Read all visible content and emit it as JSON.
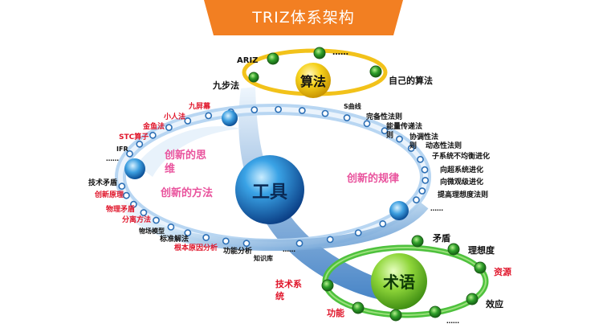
{
  "title": "TRIZ体系架构",
  "colors": {
    "banner": "#f27f22",
    "red_label": "#e0162b",
    "dark_label": "#111111",
    "pink_label": "#e9539d",
    "yellow_ring": "#f2c21a",
    "green_ring": "#4ec13d",
    "blue_ring": "#6fa4d9",
    "green_node": "#2f8c2a"
  },
  "center": {
    "tools": "工具",
    "algorithm": "算法",
    "terms": "术语"
  },
  "areas": {
    "innovation_thinking_l1": "创新的思",
    "innovation_thinking_l2": "维",
    "innovation_method": "创新的方法",
    "innovation_laws": "创新的规律"
  },
  "algorithm_labels": {
    "ariz": "ARIZ",
    "dots": "……",
    "nine_step": "九步法",
    "own_algorithm": "自己的算法"
  },
  "thinking_labels": {
    "nine_screen": "九屏幕",
    "small_people": "小人法",
    "goldfish": "金鱼法",
    "stc": "STC算子",
    "ifr": "IFR",
    "dots": "……"
  },
  "method_labels": {
    "tech_contradiction": "技术矛盾",
    "innovation_principles": "创新原理",
    "physical_contradiction": "物理矛盾",
    "separation_methods": "分离方法",
    "substance_field": "物场模型",
    "standard_solutions": "标准解法",
    "root_cause": "根本原因分析",
    "function_analysis": "功能分析",
    "knowledge_base": "知识库",
    "dots": "……"
  },
  "law_labels": {
    "s_curve": "S曲线",
    "completeness": "完备性法则",
    "energy_transfer_l1": "能量传递法",
    "energy_transfer_l2": "则",
    "coordination_l1": "协调性法",
    "coordination_l2": "则",
    "dynamization": "动态性法则",
    "uneven_evolution": "子系统不均衡进化",
    "super_system": "向超系统进化",
    "micro_level": "向微观级进化",
    "ideality": "提高理想度法则",
    "dots": "……"
  },
  "term_labels": {
    "contradiction": "矛盾",
    "ideality": "理想度",
    "resources": "资源",
    "effect": "效应",
    "dots": "……",
    "function": "功能",
    "tech_system_l1": "技术系",
    "tech_system_l2": "统"
  }
}
